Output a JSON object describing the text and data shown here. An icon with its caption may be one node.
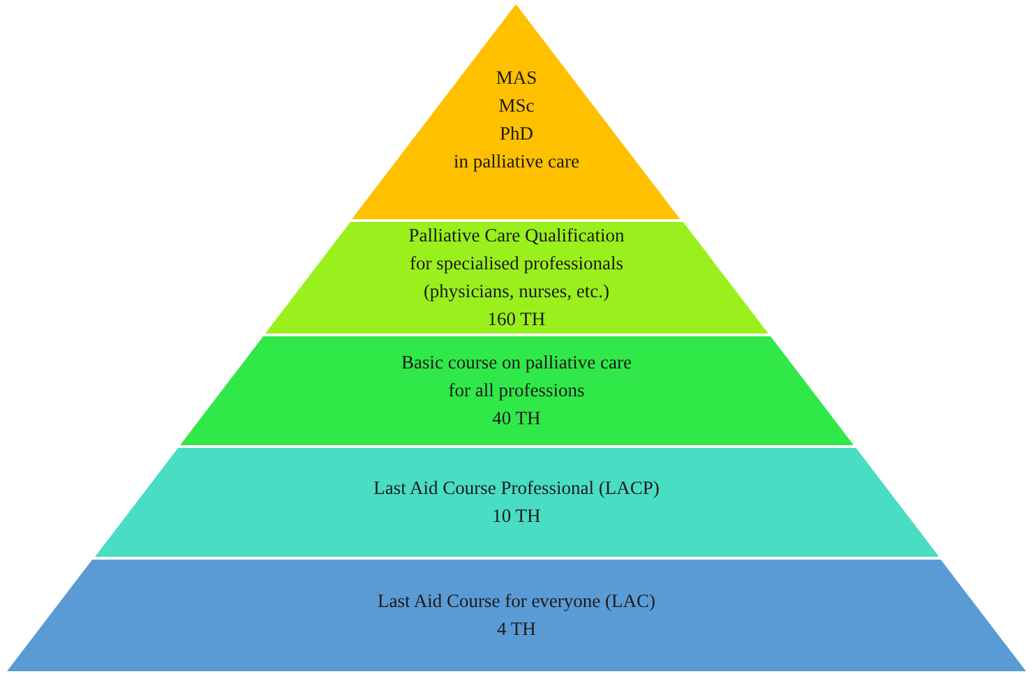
{
  "diagram": {
    "nodes": [
      {
        "text": [
          "MAS",
          "MSc",
          "PhD",
          "in palliative care"
        ]
      },
      {
        "text": [
          "Palliative Care Qualification for specialised professionals (physicians, nurses, etc.)",
          "160 TH"
        ]
      },
      {
        "text": [
          "Basic course on palliative care for all professions",
          "40 TH"
        ]
      },
      {
        "text": [
          "Last Aid Course Professional (LACP)",
          "10 TH"
        ]
      },
      {
        "text": [
          "Last Aid Course for everyone (LAC)",
          "4 TH"
        ]
      }
    ]
  }
}
